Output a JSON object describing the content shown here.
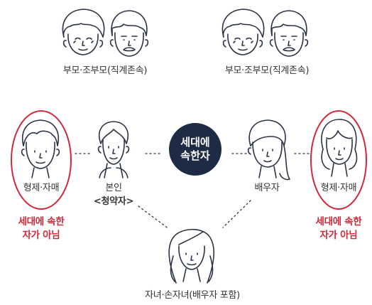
{
  "labels": {
    "parents_left": "부모·조부모(직계존속)",
    "parents_right": "부모·조부모(직계존속)",
    "self": "본인",
    "applicant": "<청약자>",
    "spouse": "배우자",
    "sibling_left": "형제·자매",
    "sibling_right": "형제·자매",
    "children": "자녀·손자녀(배우자 포함)"
  },
  "center": {
    "line1": "세대에",
    "line2": "속한자"
  },
  "notes": {
    "left_line1": "세대에 속한",
    "left_line2": "자가 아님",
    "right_line1": "세대에 속한",
    "right_line2": "자가 아님"
  },
  "colors": {
    "line": "#2b3344",
    "accent_red": "#cf2a3a",
    "center_fill": "#1d2b45"
  }
}
